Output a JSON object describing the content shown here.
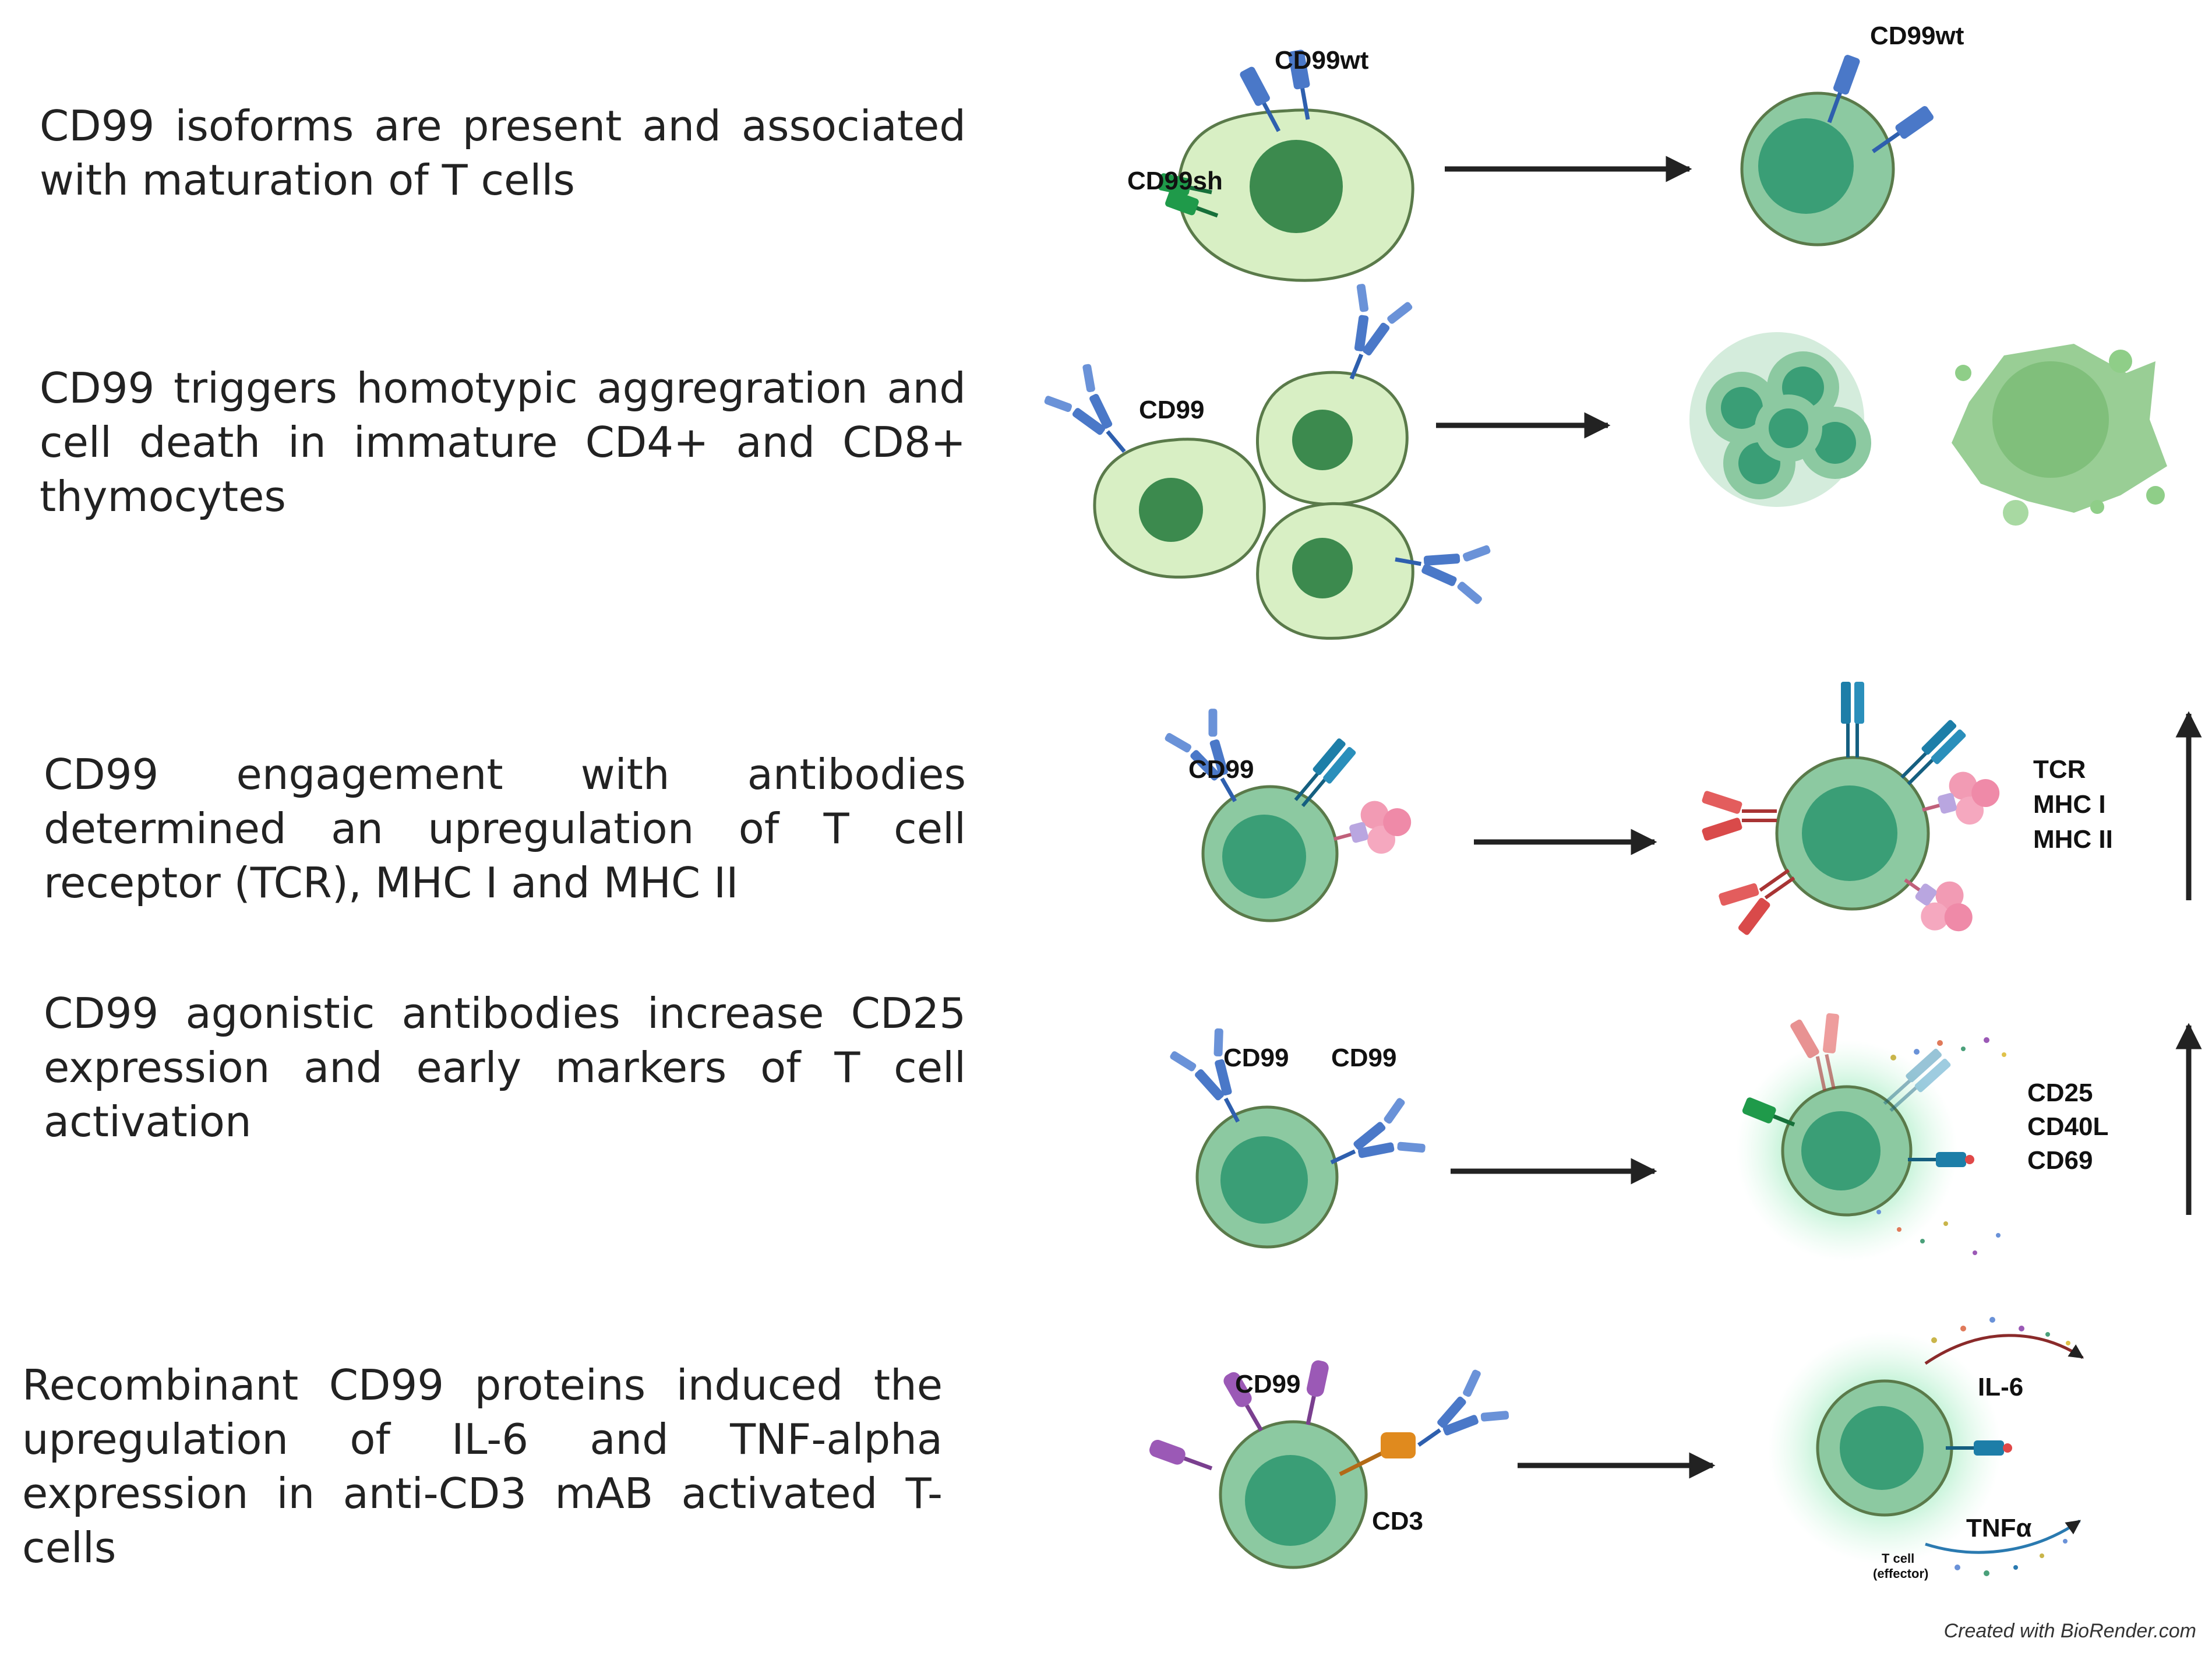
{
  "rows": [
    {
      "text": "CD99 isoforms are present and associated with maturation of T cells"
    },
    {
      "text": "CD99 triggers homotypic aggregration and cell death in immature CD4+ and CD8+ thymocytes"
    },
    {
      "text": "CD99 engagement with antibodies determined an upregulation of T cell receptor (TCR), MHC I and MHC II"
    },
    {
      "text": "CD99 agonistic antibodies increase CD25 expression and early markers of T cell activation"
    },
    {
      "text": "Recombinant CD99 proteins induced the upregulation of IL-6 and TNF-alpha expression in anti-CD3 mAB activated T-cells"
    }
  ],
  "labels": {
    "cd99wt": "CD99wt",
    "cd99sh": "CD99sh",
    "cd99": "CD99",
    "tcr": "TCR",
    "mhc1": "MHC I",
    "mhc2": "MHC II",
    "cd25": "CD25",
    "cd40l": "CD40L",
    "cd69": "CD69",
    "cd3": "CD3",
    "il6": "IL-6",
    "tnfa": "TNFα",
    "tcell": "T cell",
    "effector": "(effector)"
  },
  "credit": "Created with BioRender.com",
  "colors": {
    "immature_cell": "#d8efc4",
    "mature_cell": "#8cc9a1",
    "nucleus_dark": "#3c8a4e",
    "nucleus": "#3a9e76",
    "cd99wt_antibody": "#4a78c8",
    "cd99sh": "#1f9a4a",
    "tcr": "#1d7ea8",
    "mhc": "#d94a4a",
    "mhc2": "#f29bb4",
    "arrow": "#222222"
  }
}
